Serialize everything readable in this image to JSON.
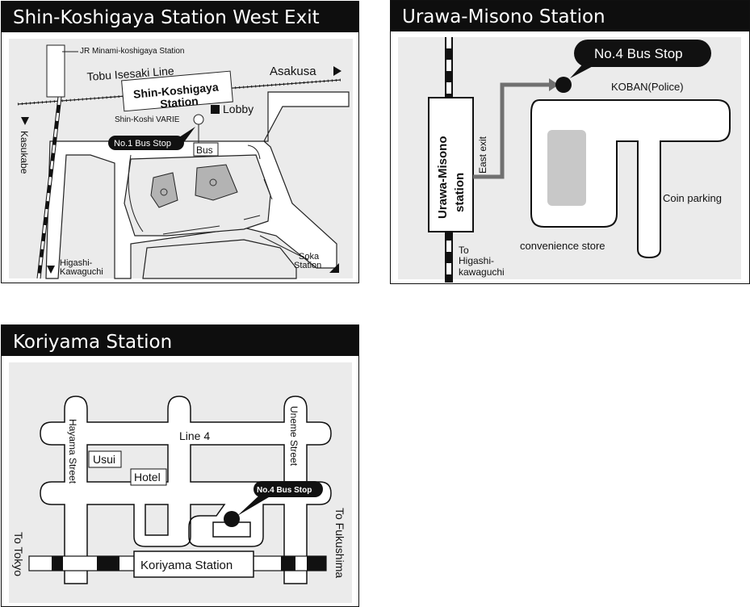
{
  "panels": {
    "shin": {
      "title": "Shin-Koshigaya Station West Exit",
      "labels": {
        "jr_station": "JR Minami-koshigaya Station",
        "tobu_line": "Tobu Isesaki Line",
        "asakusa": "Asakusa",
        "station_line1": "Shin-Koshigaya",
        "station_line2": "Station",
        "varie": "Shin-Koshi VARIE",
        "lobby": "Lobby",
        "bus_stop": "No.1 Bus Stop",
        "bus": "Bus",
        "kasukabe": "Kasukabe",
        "higashi_line1": "Higashi-",
        "higashi_line2": "Kawaguchi",
        "soka_line1": "Soka",
        "soka_line2": "Station"
      }
    },
    "urawa": {
      "title": "Urawa-Misono Station",
      "labels": {
        "bus_stop": "No.4 Bus Stop",
        "koban": "KOBAN(Police)",
        "station_line1": "Urawa-Misono",
        "station_line2": "station",
        "east_exit": "East exit",
        "coin_parking": "Coin parking",
        "convenience": "convenience store",
        "to_line1": "To",
        "to_line2": "Higashi-",
        "to_line3": "kawaguchi"
      }
    },
    "koriyama": {
      "title": "Koriyama Station",
      "labels": {
        "line4": "Line 4",
        "hayama": "Hayama Street",
        "uneme": "Uneme Street",
        "usui": "Usui",
        "hotel": "Hotel",
        "bus_stop": "No.4 Bus Stop",
        "station": "Koriyama Station",
        "to_tokyo": "To Tokyo",
        "to_fukushima": "To Fukushima"
      }
    }
  },
  "colors": {
    "title_bg": "#0e0e0e",
    "map_bg": "#ebebeb",
    "building_gray": "#c8c8c8",
    "route_arrow": "#707070"
  }
}
